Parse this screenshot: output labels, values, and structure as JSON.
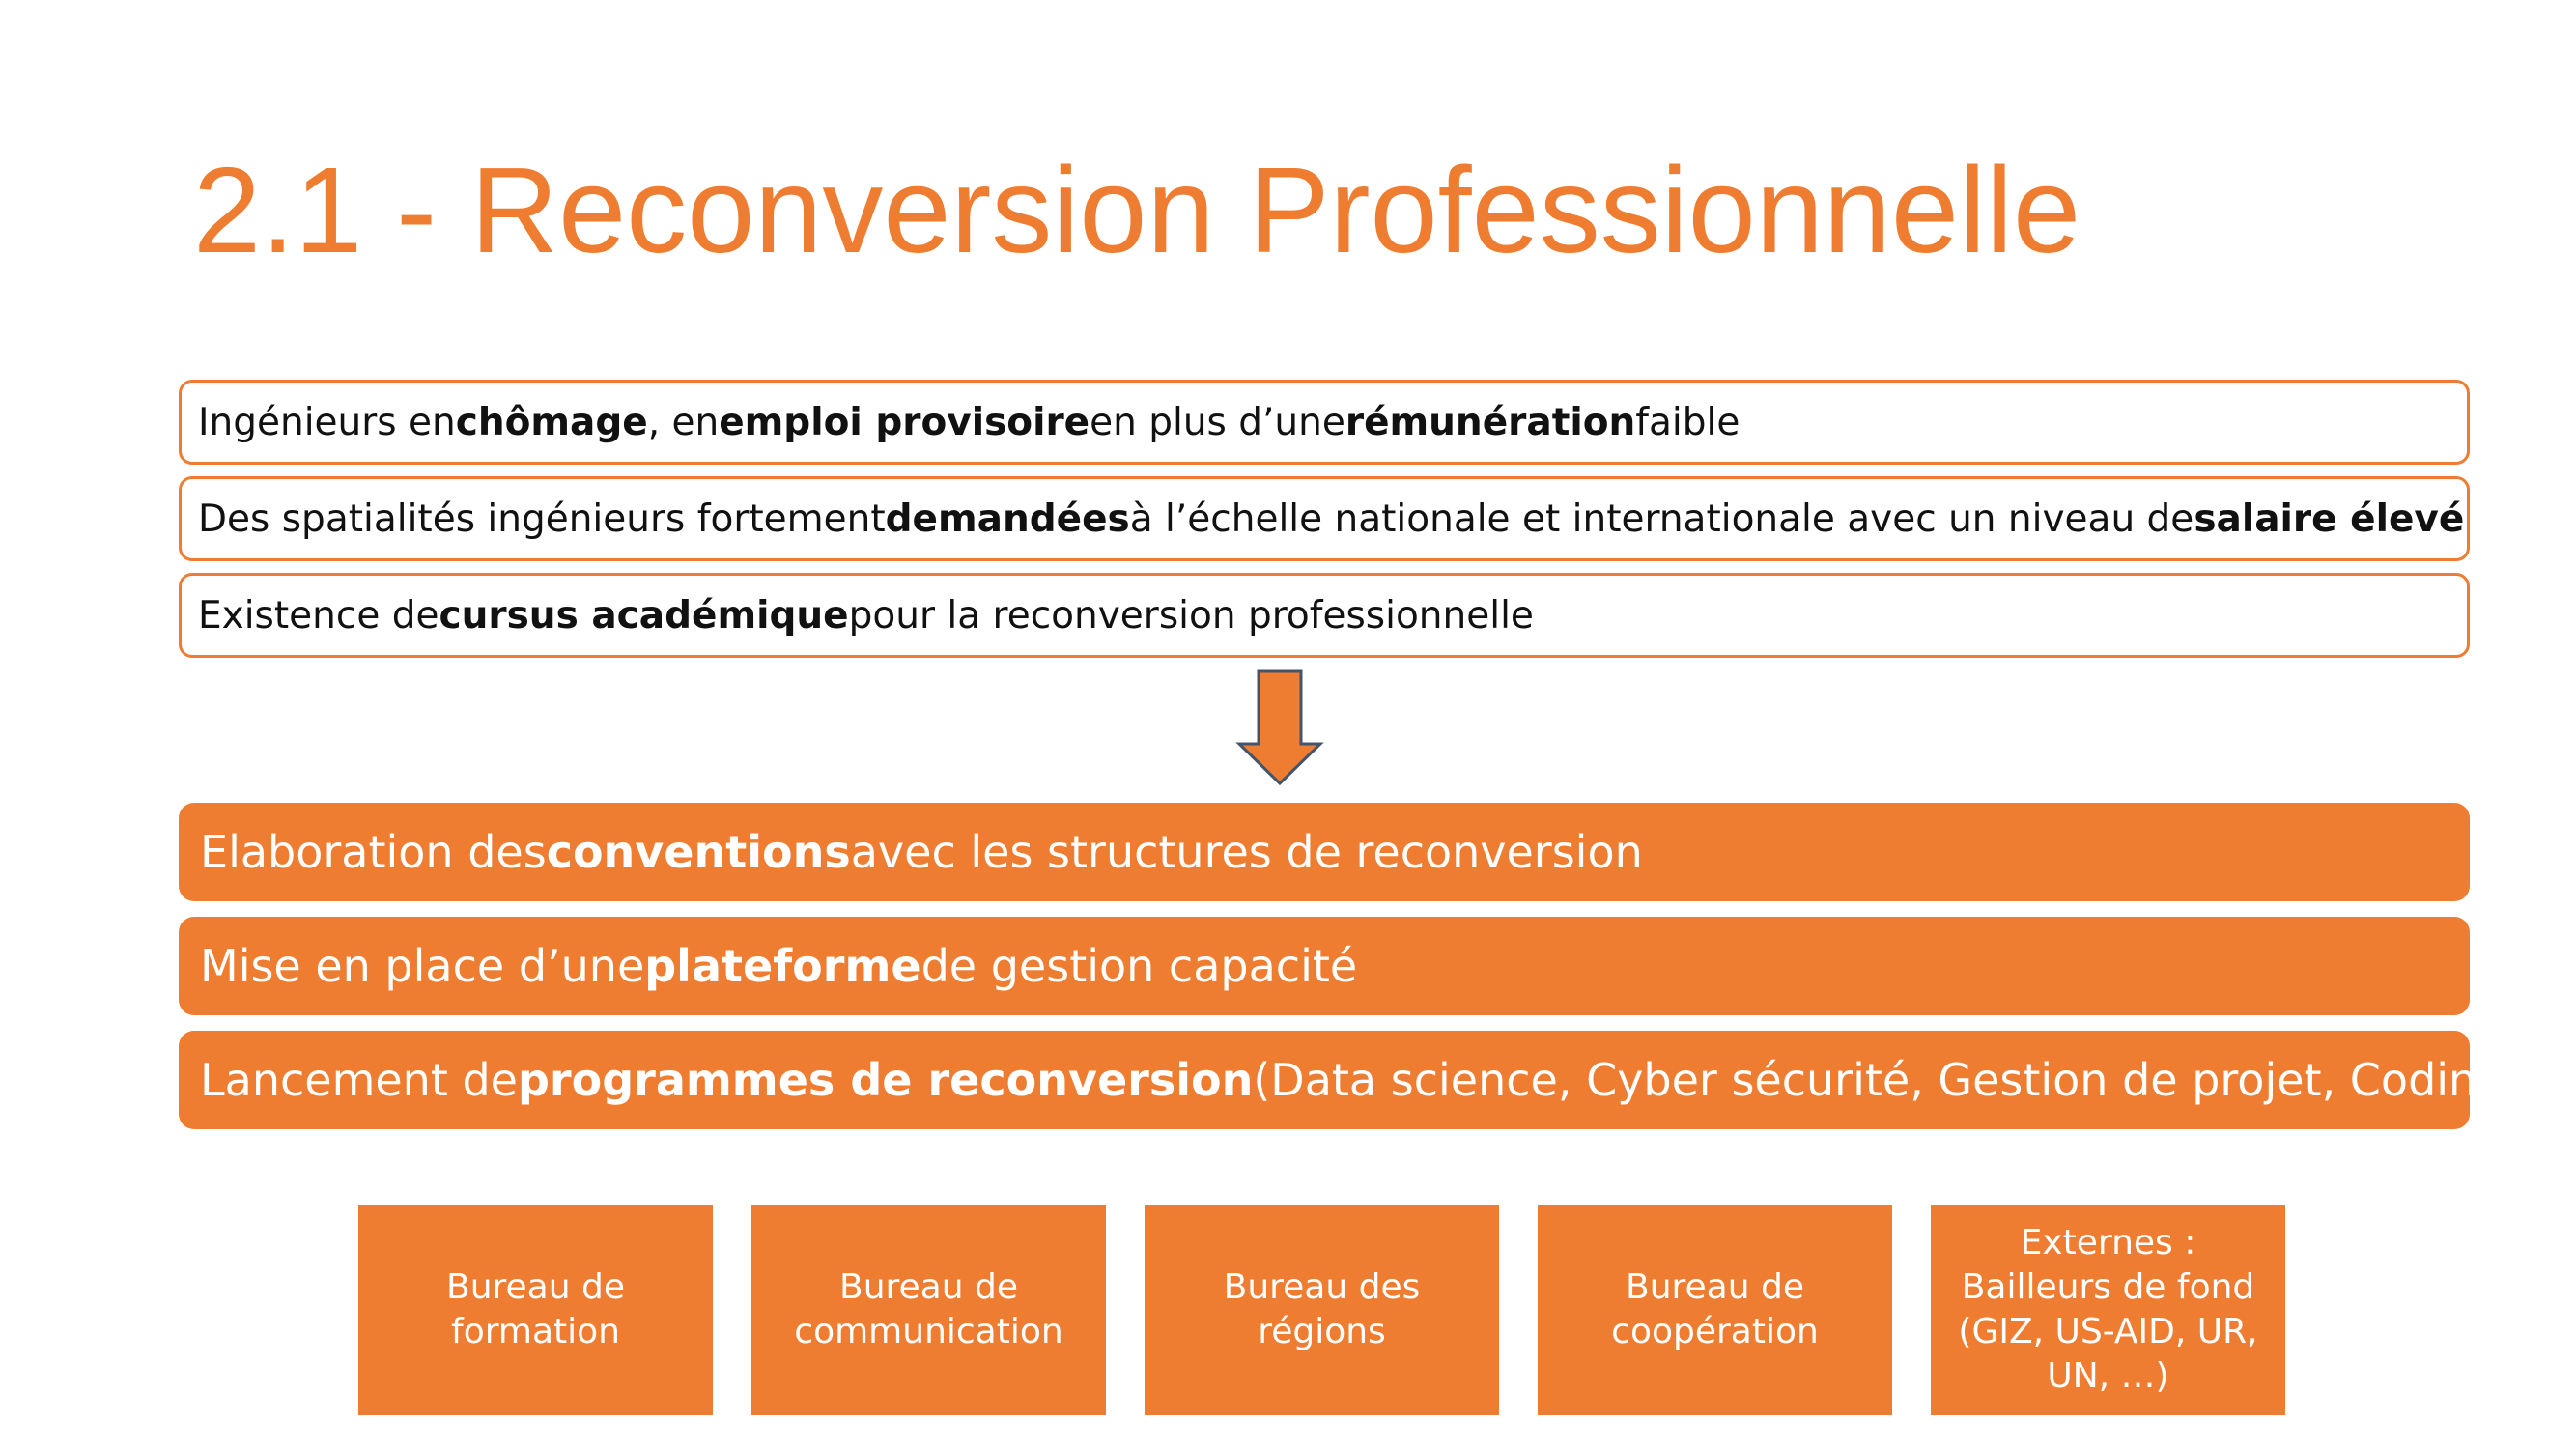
{
  "title": "2.1 - Reconversion Professionnelle",
  "context": [
    {
      "p1": "Ingénieurs en ",
      "b1": "chômage",
      "p2": ", en ",
      "b2": "emploi provisoire",
      "p3": " en plus d’une ",
      "b3": "rémunération",
      "p4": " faible"
    },
    {
      "p1": "Des spatialités ingénieurs fortement ",
      "b1": "demandées",
      "p2": " à l’échelle nationale et internationale avec un niveau de ",
      "b2": "salaire élevé"
    },
    {
      "p1": "Existence de ",
      "b1": "cursus académique",
      "p2": " pour la reconversion professionnelle"
    }
  ],
  "actions": [
    {
      "p1": "Elaboration des ",
      "b1": "conventions",
      "p2": " avec les structures de reconversion"
    },
    {
      "p1": "Mise en place d’une ",
      "b1": "plateforme",
      "p2": " de gestion capacité"
    },
    {
      "p1": "Lancement de ",
      "b1": "programmes de reconversion",
      "p2": " (Data science, Cyber sécurité, Gestion de projet, Coding)"
    }
  ],
  "units": [
    "Bureau de formation",
    "Bureau de communication",
    "Bureau des régions",
    "Bureau de coopération",
    "Externes : Bailleurs de fond (GIZ, US-AID, UR, UN, …)"
  ],
  "colors": {
    "accent": "#ee7d31",
    "arrow_stroke": "#44546a",
    "text": "#111111"
  },
  "icons": {
    "arrow": "down-arrow-icon"
  }
}
